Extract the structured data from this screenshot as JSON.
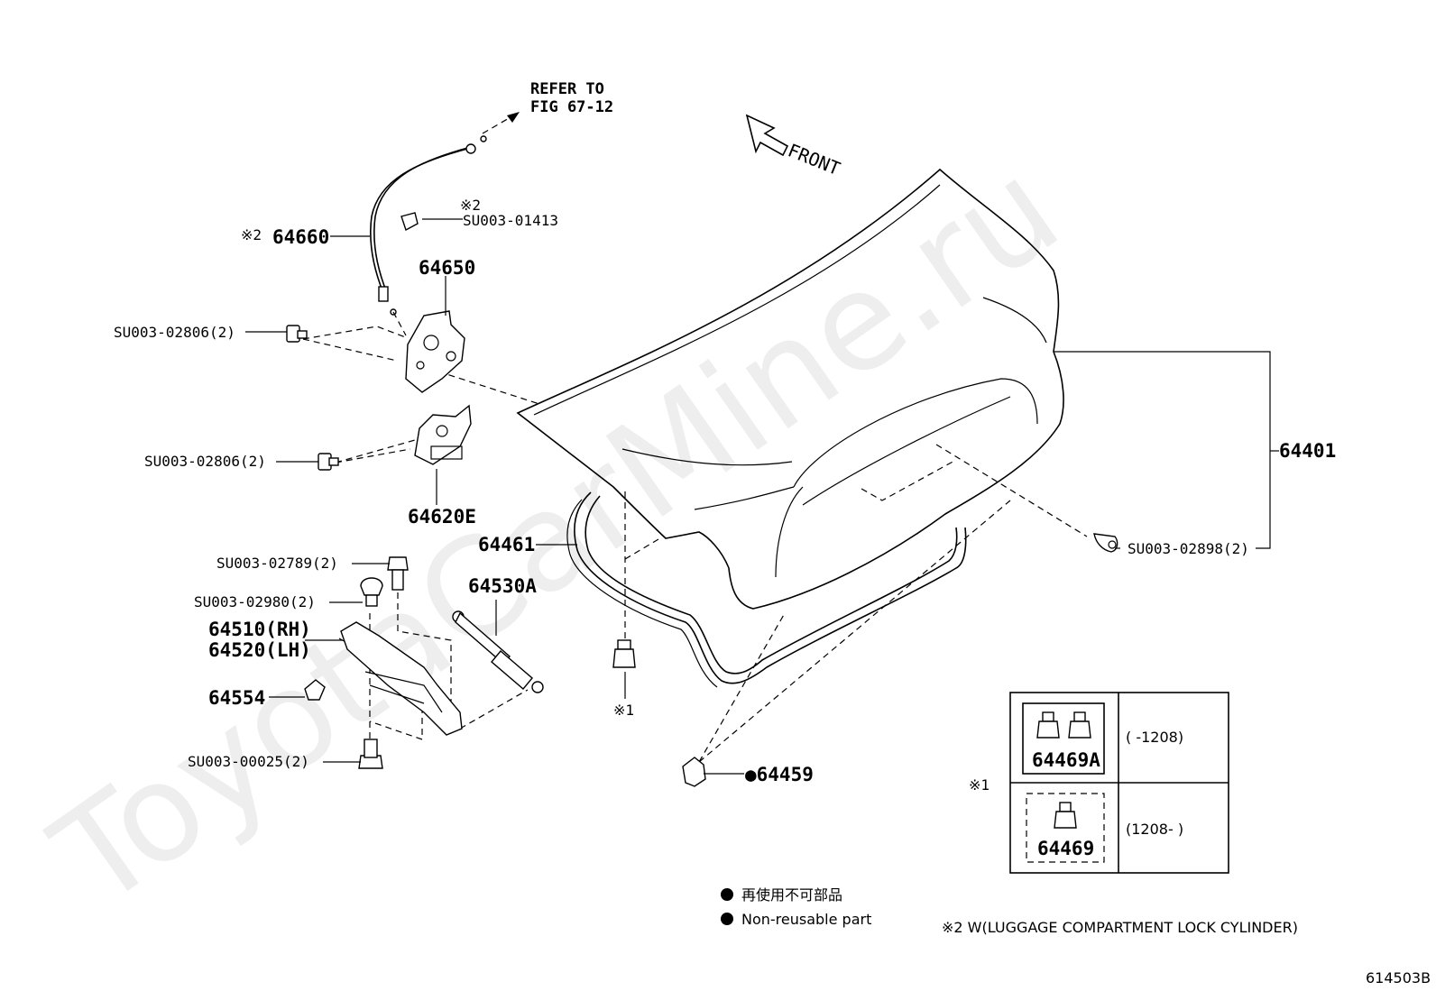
{
  "watermark": "ToyotaCarMine.ru",
  "refer": {
    "line1": "REFER TO",
    "line2": "FIG 67-12"
  },
  "front": "FRONT",
  "labels": {
    "p64660_mark": "※2",
    "p64660": "64660",
    "su01413_mark": "※2",
    "su01413": "SU003-01413",
    "p64650": "64650",
    "su02806a": "SU003-02806(2)",
    "su02806b": "SU003-02806(2)",
    "p64620e": "64620E",
    "p64461": "64461",
    "p64401": "64401",
    "su02898": "SU003-02898(2)",
    "su02789": "SU003-02789(2)",
    "su02980": "SU003-02980(2)",
    "p64530a": "64530A",
    "p64510": "64510(RH)",
    "p64520": "64520(LH)",
    "p64554": "64554",
    "su00025": "SU003-00025(2)",
    "mark1": "※1",
    "p64459": "●64459"
  },
  "table": {
    "mark": "※1",
    "row1_part": "64469A",
    "row1_range": "(      -1208)",
    "row2_part": "64469",
    "row2_range": "(1208-      )"
  },
  "legend": {
    "jp": "再使用不可部品",
    "en": "Non-reusable part",
    "note": "※2 W(LUGGAGE COMPARTMENT LOCK CYLINDER)"
  },
  "figure_id": "614503B"
}
